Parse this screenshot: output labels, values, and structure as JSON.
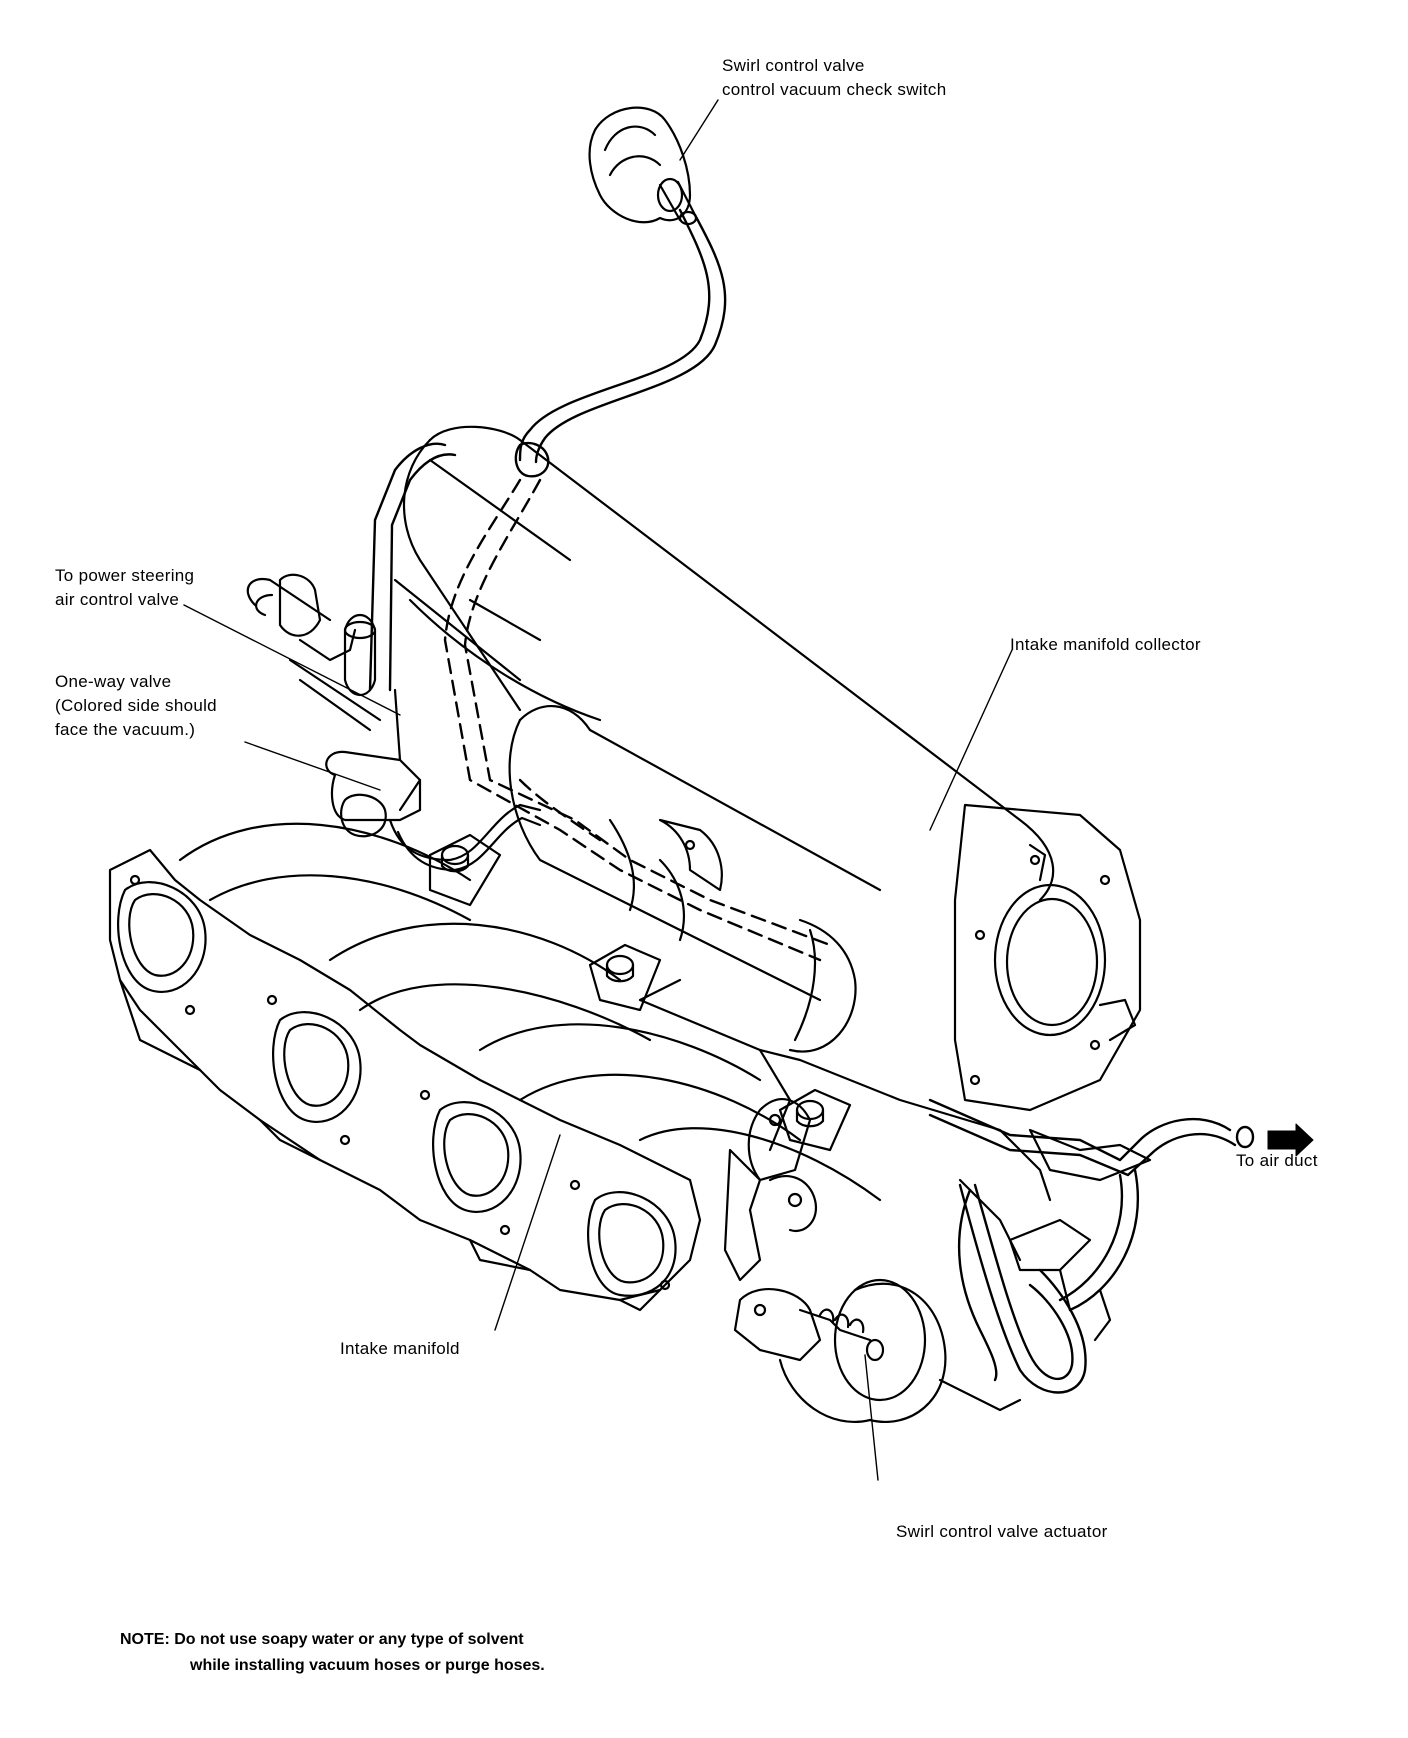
{
  "labels": {
    "check_switch_line1": "Swirl control valve",
    "check_switch_line2": "control vacuum check switch",
    "power_steering_line1": "To power steering",
    "power_steering_line2": "air control valve",
    "one_way_line1": "One-way valve",
    "one_way_line2": "(Colored side should",
    "one_way_line3": "face the vacuum.)",
    "collector": "Intake manifold collector",
    "air_duct": "To air duct",
    "manifold": "Intake manifold",
    "actuator": "Swirl control valve actuator"
  },
  "note": {
    "line1": "NOTE: Do not use soapy water or any type of solvent",
    "line2": "while installing vacuum hoses or purge hoses."
  },
  "colors": {
    "ink": "#000000",
    "paper": "#ffffff"
  }
}
